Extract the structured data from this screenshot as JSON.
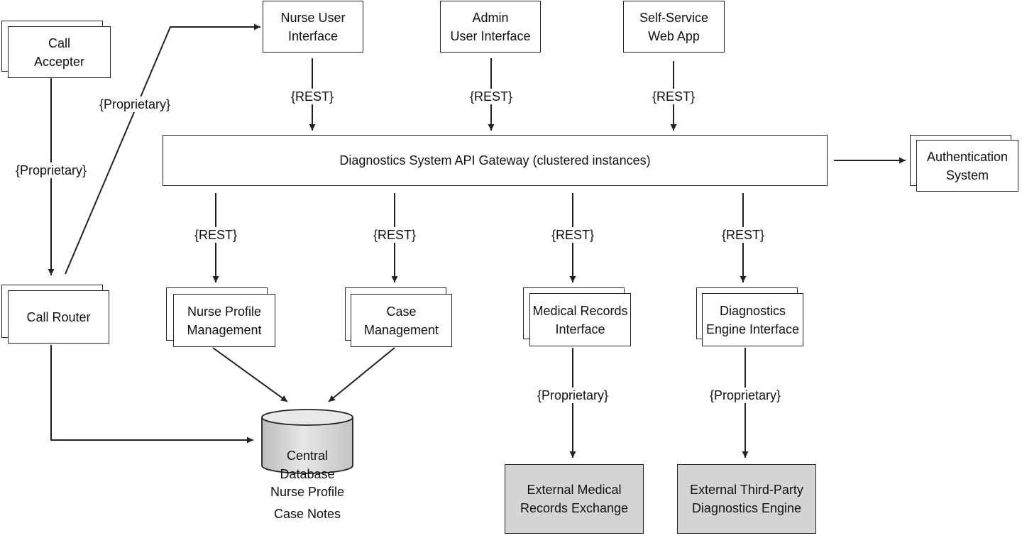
{
  "nodes": {
    "call_accepter": "Call\nAccepter",
    "call_router": "Call  Router",
    "nurse_ui": "Nurse User\nInterface",
    "admin_ui": "Admin\nUser Interface",
    "self_service": "Self-Service\nWeb App",
    "api_gateway": "Diagnostics System API Gateway (clustered instances)",
    "auth": "Authentication\nSystem",
    "nurse_profile": "Nurse Profile\nManagement",
    "case_mgmt": "Case\nManagement",
    "medical_records": "Medical Records\nInterface",
    "diag_engine_if": "Diagnostics\nEngine Interface",
    "central_db": "Central\nDatabase",
    "ext_medical": "External Medical\nRecords Exchange",
    "ext_diag": "External Third-Party\nDiagnostics Engine"
  },
  "db_contents": [
    "Nurse Profile",
    "Case Notes"
  ],
  "labels": {
    "rest": "{REST}",
    "proprietary": "{Proprietary}"
  },
  "colors": {
    "stroke": "#222222",
    "external_fill": "#d4d4d4",
    "db_fill": "#d9d9d9"
  }
}
